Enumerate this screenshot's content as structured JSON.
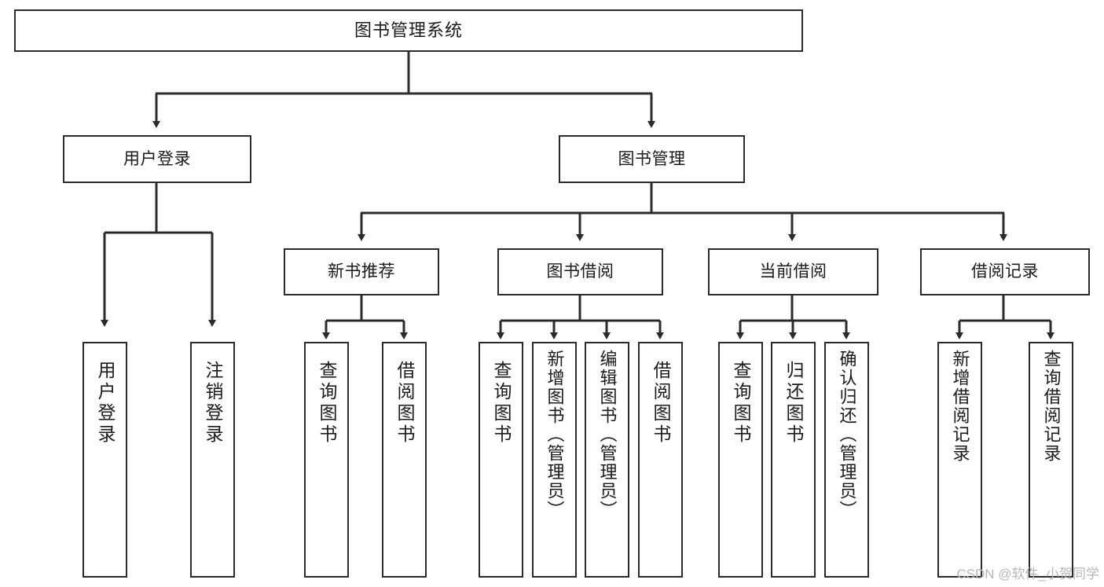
{
  "diagram": {
    "title": "图书管理系统",
    "type": "tree-hierarchy-chart",
    "watermark": "CSDN @软件_小贺同学",
    "colors": {
      "stroke": "#2b2b2b",
      "fill": "#ffffff",
      "text": "#1a1a1a",
      "watermark": "#b7b7b7"
    },
    "nodes": {
      "root": {
        "label": "图书管理系统"
      },
      "level2": [
        {
          "id": "user-login",
          "label": "用户登录"
        },
        {
          "id": "book-manage",
          "label": "图书管理"
        }
      ],
      "level3": [
        {
          "id": "new-book-recommend",
          "label": "新书推荐"
        },
        {
          "id": "book-borrow",
          "label": "图书借阅"
        },
        {
          "id": "current-borrow",
          "label": "当前借阅"
        },
        {
          "id": "borrow-record",
          "label": "借阅记录"
        }
      ],
      "leaves": {
        "user_login": [
          {
            "id": "leaf-user-login",
            "label": "用户登录"
          },
          {
            "id": "leaf-logout-login",
            "label": "注销登录"
          }
        ],
        "new_book_recommend": [
          {
            "id": "leaf-query-book-1",
            "label": "查询图书"
          },
          {
            "id": "leaf-borrow-book-1",
            "label": "借阅图书"
          }
        ],
        "book_borrow": [
          {
            "id": "leaf-query-book-2",
            "label": "查询图书"
          },
          {
            "id": "leaf-add-book",
            "label": "新增图书（管理员）"
          },
          {
            "id": "leaf-edit-book",
            "label": "编辑图书（管理员）"
          },
          {
            "id": "leaf-borrow-book-2",
            "label": "借阅图书"
          }
        ],
        "current_borrow": [
          {
            "id": "leaf-query-book-3",
            "label": "查询图书"
          },
          {
            "id": "leaf-return-book",
            "label": "归还图书"
          },
          {
            "id": "leaf-confirm-return",
            "label": "确认归还（管理员）"
          }
        ],
        "borrow_record": [
          {
            "id": "leaf-add-record",
            "label": "新增借阅记录"
          },
          {
            "id": "leaf-query-record",
            "label": "查询借阅记录"
          }
        ]
      }
    }
  }
}
